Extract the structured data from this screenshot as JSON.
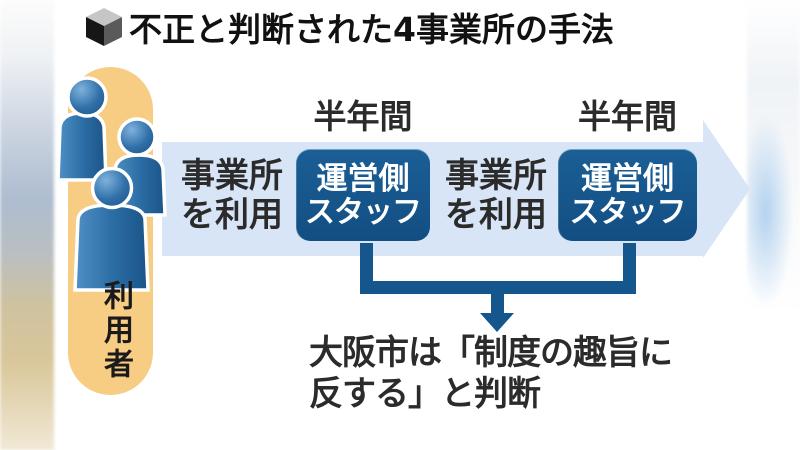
{
  "title": {
    "text": "不正と判断された4事業所の手法"
  },
  "icons": {
    "title_icon": "cube-icon",
    "users_icon": "three-people-icon",
    "flow_icon": "right-arrow-band",
    "conclusion_icon": "down-arrow-bracket"
  },
  "left_column": {
    "label_vertical": "利用者"
  },
  "timeline": {
    "period_labels": [
      "半年間",
      "半年間"
    ],
    "steps": [
      {
        "type": "plain",
        "lines": [
          "事業所",
          "を利用"
        ]
      },
      {
        "type": "box",
        "lines": [
          "運営側",
          "スタッフ"
        ]
      },
      {
        "type": "plain",
        "lines": [
          "事業所",
          "を利用"
        ]
      },
      {
        "type": "box",
        "lines": [
          "運営側",
          "スタッフ"
        ]
      }
    ]
  },
  "conclusion": {
    "lines": [
      "大阪市は「制度の趣旨に",
      "反する」と判断"
    ]
  },
  "colors": {
    "staff_box_blue": "#15568c",
    "arrow_band_blue": "#d8e5f6",
    "users_pill_yellow": "#f7cc83",
    "person_blue": "#2a6ba3",
    "text_dark": "#2b2b2b",
    "background": "#ffffff"
  }
}
